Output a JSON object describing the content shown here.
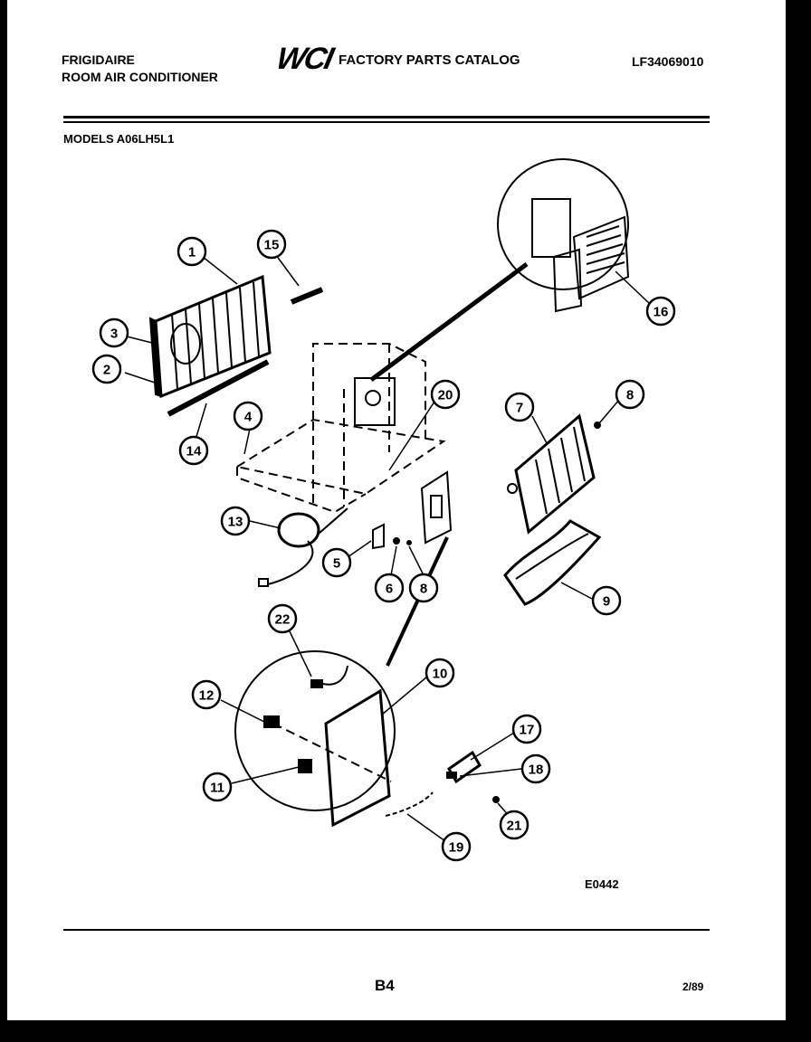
{
  "header": {
    "brand_line1": "FRIGIDAIRE",
    "brand_line2": "ROOM AIR CONDITIONER",
    "logo": "WCI",
    "catalog_title": "FACTORY PARTS CATALOG",
    "part_number": "LF34069010",
    "models_label": "MODELS A06LH5L1"
  },
  "diagram": {
    "code": "E0442",
    "callouts": [
      "1",
      "2",
      "3",
      "4",
      "5",
      "6",
      "7",
      "8",
      "9",
      "10",
      "11",
      "12",
      "13",
      "14",
      "15",
      "16",
      "17",
      "18",
      "19",
      "20",
      "21",
      "22"
    ]
  },
  "footer": {
    "page_label": "B4",
    "date": "2/89"
  }
}
